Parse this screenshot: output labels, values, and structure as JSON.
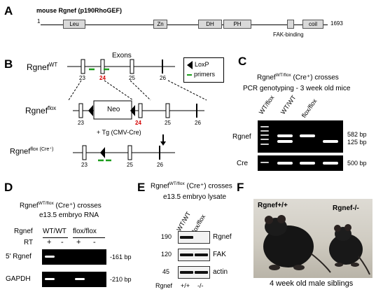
{
  "panel_letters": {
    "a": "A",
    "b": "B",
    "c": "C",
    "d": "D",
    "e": "E",
    "f": "F"
  },
  "panel_a": {
    "title": "mouse Rgnef (p190RhoGEF)",
    "start": "1",
    "end": "1693",
    "domains": [
      "Leu",
      "Zn",
      "DH",
      "PH",
      "coil"
    ],
    "fak_binding": "FAK-binding"
  },
  "panel_b": {
    "wt_label": "Rgnef",
    "wt_sup": "WT",
    "exons_label": "Exons",
    "exon_numbers_wt": [
      "23",
      "24",
      "25",
      "26"
    ],
    "flox_label": "Rgnef",
    "flox_sup": "flox",
    "neo_label": "Neo",
    "exon_numbers_flox": [
      "23",
      "24",
      "25",
      "26"
    ],
    "cross_label": "+ Tg (CMV-Cre)",
    "del_label": "Rgnef",
    "del_sup": "flox (Cre⁺)",
    "exon_numbers_del": [
      "23",
      "25",
      "26"
    ],
    "legend_loxp": "LoxP",
    "legend_primers": "primers"
  },
  "panel_c": {
    "title_main": "Rgnef",
    "title_sup": "WT/flox",
    "title_rest": "(Cre⁺) crosses",
    "subtitle": "PCR genotyping - 3 week old mice",
    "lanes": [
      "WT/flox",
      "WT/WT",
      "flox/flox"
    ],
    "row_rgnef": "Rgnef",
    "row_cre": "Cre",
    "sizes": [
      "582 bp",
      "125 bp",
      "500 bp"
    ]
  },
  "panel_d": {
    "title_main": "Rgnef",
    "title_sup": "WT/flox",
    "title_rest": "(Cre⁺) crosses",
    "subtitle": "e13.5 embryo RNA",
    "rgnef_label": "Rgnef",
    "genotypes": [
      "WT/WT",
      "flox/flox"
    ],
    "rt_label": "RT",
    "rt_signs": [
      "+",
      "-",
      "+",
      "-"
    ],
    "row_5rgnef": "5' Rgnef",
    "row_gapdh": "GAPDH",
    "sizes": [
      "-161 bp",
      "-210 bp"
    ]
  },
  "panel_e": {
    "title_main": "Rgnef",
    "title_sup": "WT/flox",
    "title_rest": "(Cre⁺) crosses",
    "subtitle": "e13.5 embryo lysate",
    "lanes": [
      "WT/WT",
      "flox/flox"
    ],
    "mw": [
      "190",
      "120",
      "45"
    ],
    "proteins": [
      "Rgnef",
      "FAK",
      "actin"
    ],
    "bottom_label": "Rgnef",
    "bottom_genotypes": [
      "+/+",
      "-/-"
    ]
  },
  "panel_f": {
    "left_label": "Rgnef+/+",
    "right_label": "Rgnef-/-",
    "caption": "4 week old male siblings"
  }
}
